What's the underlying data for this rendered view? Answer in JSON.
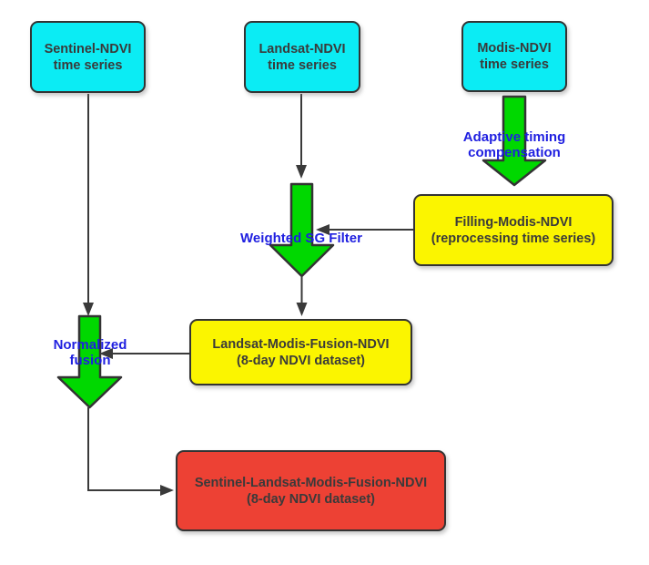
{
  "flowchart": {
    "nodes": {
      "sentinel": {
        "line1": "Sentinel-NDVI",
        "line2": "time series"
      },
      "landsat": {
        "line1": "Landsat-NDVI",
        "line2": "time series"
      },
      "modis": {
        "line1": "Modis-NDVI",
        "line2": "time series"
      },
      "filling": {
        "line1": "Filling-Modis-NDVI",
        "line2": "(reprocessing time series)"
      },
      "landsat_modis_fusion": {
        "line1": "Landsat-Modis-Fusion-NDVI",
        "line2": "(8-day NDVI dataset)"
      },
      "final_fusion": {
        "line1": "Sentinel-Landsat-Modis-Fusion-NDVI",
        "line2": "(8-day NDVI dataset)"
      }
    },
    "labels": {
      "adaptive_line1": "Adaptive timing",
      "adaptive_line2": "compensation",
      "weighted": "Weighted SG Filter",
      "normalized_line1": "Normalized",
      "normalized_line2": "fusion"
    },
    "colors": {
      "input_box": "#0BECF4",
      "process_box": "#FBF500",
      "output_box": "#ED4134",
      "block_arrow": "#00D800",
      "label_text": "#1F1FE0",
      "line": "#3A3A3A",
      "node_text": "#3A3A3A"
    }
  }
}
